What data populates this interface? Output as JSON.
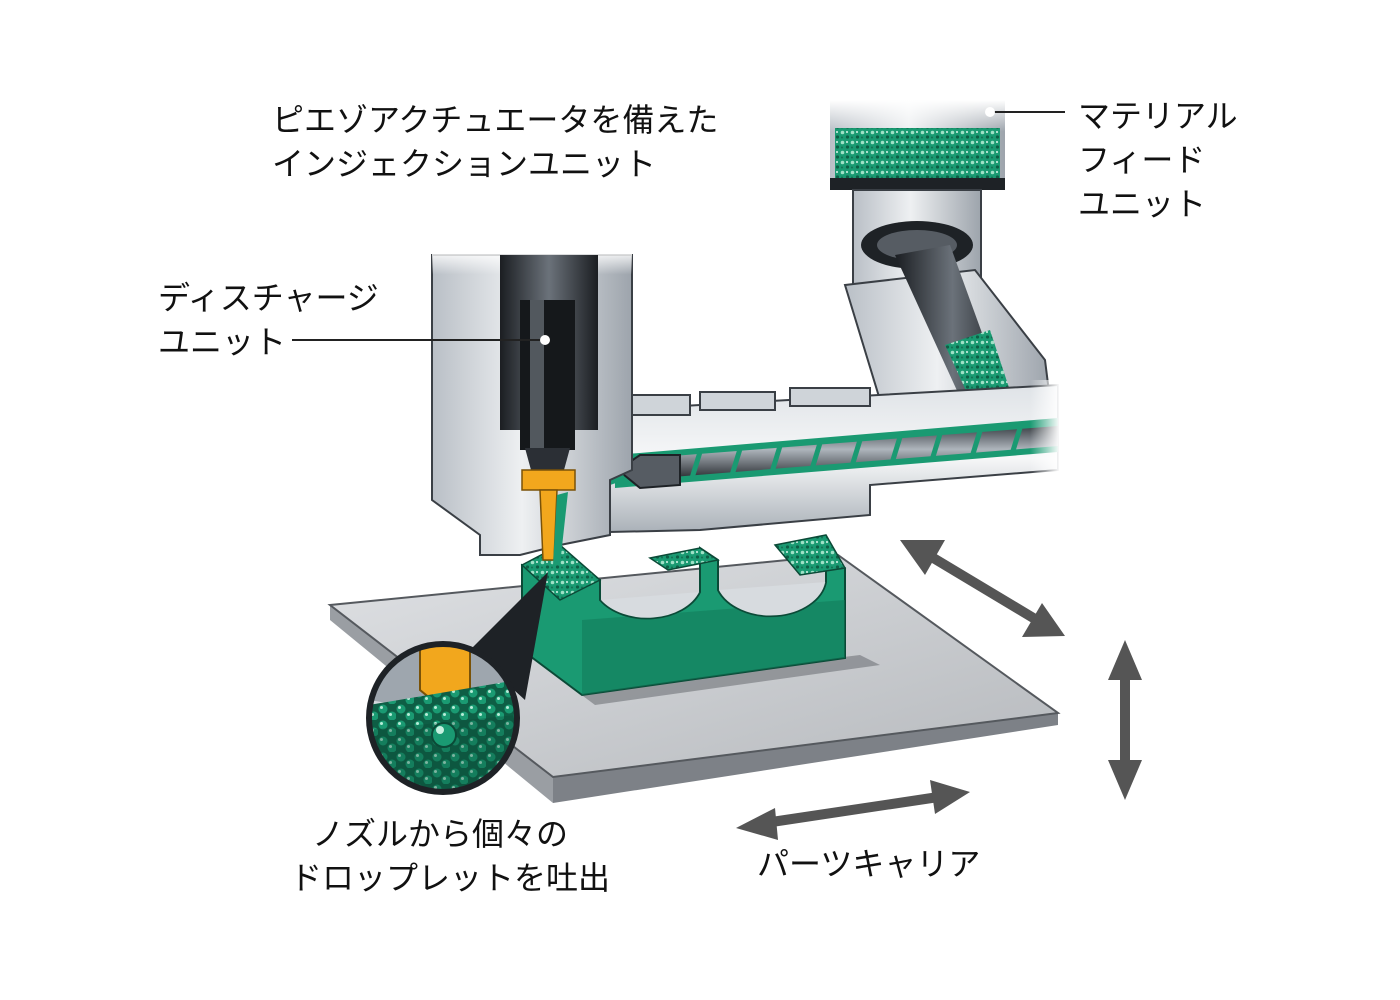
{
  "labels": {
    "injection_unit": [
      "ピエゾアクチュエータを備えた",
      "インジェクションユニット"
    ],
    "material_feed_unit": [
      "マテリアル",
      "フィード",
      "ユニット"
    ],
    "discharge_unit": [
      "ディスチャージ",
      "ユニット"
    ],
    "nozzle_droplet": [
      "ノズルから個々の",
      "ドロップレットを吐出"
    ],
    "parts_carrier": "パーツキャリア"
  },
  "colors": {
    "material_green": "#1a9a72",
    "material_dark": "#0e5e45",
    "nozzle_orange": "#f2a71d",
    "metal_light": "#d9dde2",
    "metal_mid": "#a9b0b8",
    "metal_dark": "#2b2f35",
    "plate": "#c9ccd0",
    "arrow": "#555555"
  }
}
